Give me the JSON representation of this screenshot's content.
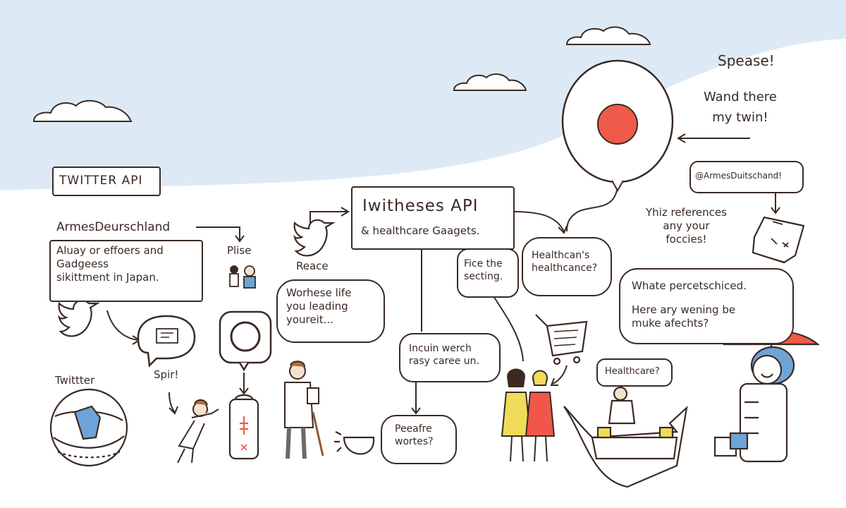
{
  "colors": {
    "sky": "#ddeaf6",
    "ink": "#3a2a22",
    "red": "#ef5a4a",
    "blue": "#6fa4d8",
    "yellow": "#f0dc5a",
    "coral": "#f0574a"
  },
  "labels": {
    "twitter_api": "TWITTER API",
    "armes": "ArmesDeurschland",
    "aluay": "Aluay or effoers and\nGadgeess\nsikittment in Japan.",
    "plise": "Plise",
    "reace": "Reace",
    "api_title": "Iwitheses API",
    "api_sub": "& healthcare Gaagets.",
    "fice": "Fice the\nsecting.",
    "healthcans": "Healthcan's\nhealthcance?",
    "spease": "Spease!",
    "wand": "Wand there\nmy twin!",
    "handle": "@ArmesDuitschand!",
    "yhiz": "Yhiz references\nany your\nfoccies!",
    "whate": "Whate percetschiced.",
    "here": "Here ary wening be\nmuke afechts?",
    "worhese": "Worhese life\nyou leading\nyoureit...",
    "incuin": "Incuin werch\nrasy caree un.",
    "healthcare_q": "Healthcare?",
    "peeafre": "Peeafre\nwortes?",
    "twittter": "Twittter",
    "spir": "Spir!"
  }
}
